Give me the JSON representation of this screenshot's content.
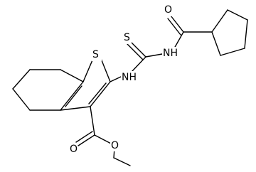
{
  "structure": {
    "atom_labels": {
      "sulfur_ring": "S",
      "thiocarbonyl_sulfur": "S",
      "amide_oxygen": "O",
      "ester_carbonyl_oxygen": "O",
      "ester_ether_oxygen": "O",
      "amine_nh": "NH",
      "amide_nh": "NH"
    },
    "colors": {
      "bond": "#000000",
      "label": "#000000",
      "background": "#ffffff"
    }
  }
}
